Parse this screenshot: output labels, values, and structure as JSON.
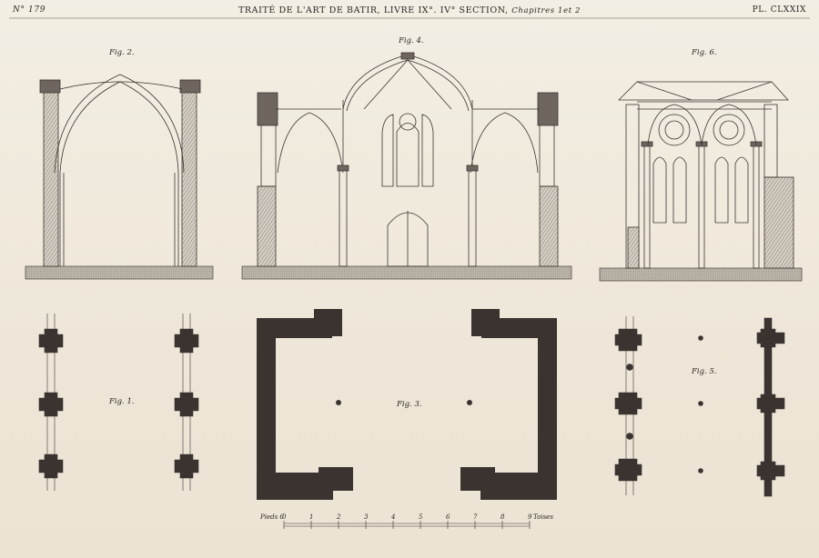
{
  "header": {
    "plate_number": "N° 179",
    "title": "TRAITÉ DE L'ART DE BATIR, LIVRE IX°. IV° SECTION,",
    "subtitle": "Chapitres 1et 2",
    "plate_roman": "PL. CLXXIX"
  },
  "figures": {
    "fig1": "Fig. 1.",
    "fig2": "Fig. 2.",
    "fig3": "Fig. 3.",
    "fig4": "Fig. 4.",
    "fig5": "Fig. 5.",
    "fig6": "Fig. 6."
  },
  "scale": {
    "start_label": "Pieds 6",
    "end_label": "Toises",
    "ticks": [
      "0",
      "1",
      "2",
      "3",
      "4",
      "5",
      "6",
      "7",
      "8",
      "9"
    ]
  },
  "colors": {
    "ink": "#2b2622",
    "wall": "#3a3330",
    "hatch": "#8e8780",
    "paper": "#efe9dc"
  }
}
